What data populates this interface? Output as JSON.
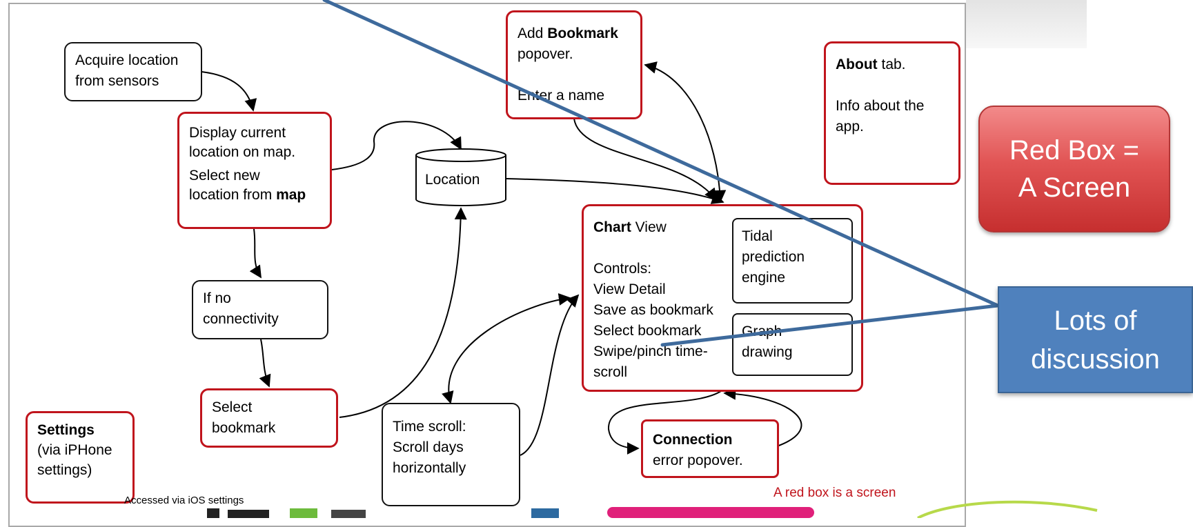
{
  "boxes": {
    "acquire": {
      "lines": [
        "Acquire location",
        "from sensors"
      ]
    },
    "display": {
      "lines": [
        "Display current",
        "location on map."
      ],
      "select_a": "Select new",
      "select_b": "location from ",
      "select_bold": "map"
    },
    "no_conn": {
      "lines": [
        "If no",
        "connectivity"
      ]
    },
    "select_bookmark": {
      "lines": [
        "Select",
        "bookmark"
      ]
    },
    "settings": {
      "bold": "Settings",
      "lines": [
        "(via iPHone",
        "settings)"
      ]
    },
    "time_scroll": {
      "lines": [
        "Time scroll:",
        "Scroll days",
        "horizontally"
      ]
    },
    "location_db": {
      "label": "Location"
    },
    "add_bookmark": {
      "prefix": "Add ",
      "bold": "Bookmark",
      "line2": "popover.",
      "line3": "Enter a name"
    },
    "about": {
      "bold": "About",
      "suffix": " tab.",
      "lines": [
        "Info about the",
        "app."
      ]
    },
    "chart_view": {
      "bold": "Chart",
      "suffix": " View",
      "lines": [
        "Controls:",
        "View Detail",
        "Save as bookmark",
        "Select bookmark",
        "Swipe/pinch time-",
        "scroll"
      ]
    },
    "tidal": {
      "lines": [
        "Tidal",
        "prediction",
        "engine"
      ]
    },
    "graph": {
      "lines": [
        "Graph",
        "drawing"
      ]
    },
    "connection": {
      "bold": "Connection",
      "line2": "error popover."
    }
  },
  "notes": {
    "ios": "Accessed via iOS settings",
    "red_box": "A red box is a screen"
  },
  "legend": {
    "red_line1": "Red Box =",
    "red_line2": "A Screen",
    "blue_line1": "Lots of",
    "blue_line2": "discussion"
  },
  "colors": {
    "screen_border": "#c0141c",
    "callout_line": "#3e6a9c",
    "legend_red": "#e15454",
    "legend_blue": "#4f81bd"
  }
}
